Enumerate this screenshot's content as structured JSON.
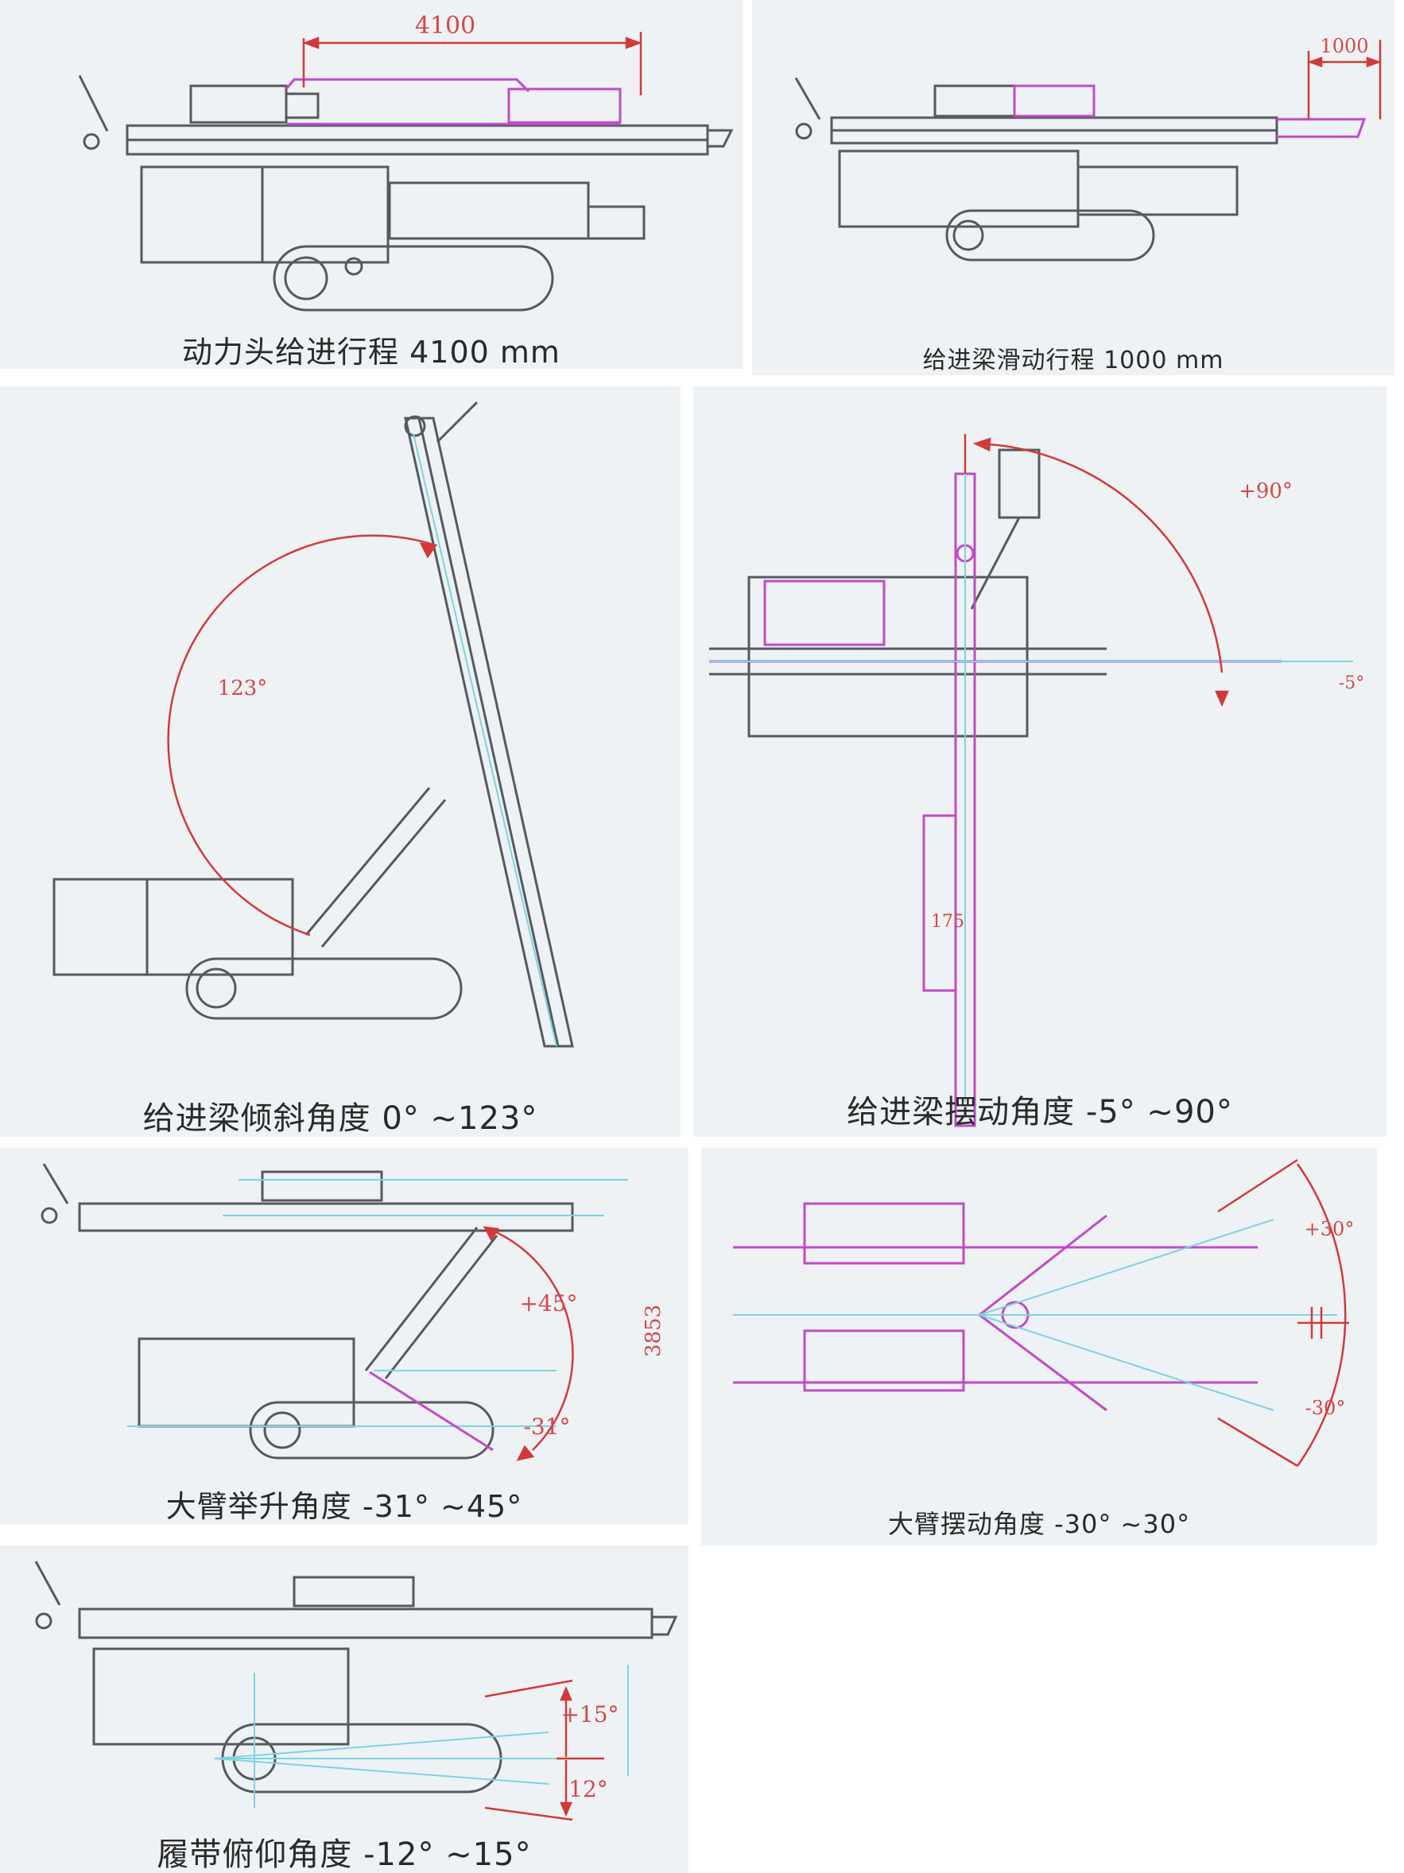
{
  "colors": {
    "panel_bg": "#eef2f4",
    "outline": "#555a5e",
    "magenta": "#c04bc8",
    "dimension": "#d23a3a",
    "cyan": "#7fd3df"
  },
  "panels": [
    {
      "caption": "动力头给进行程 4100 mm",
      "dims": [
        "4100"
      ]
    },
    {
      "caption": "给进梁滑动行程 1000 mm",
      "dims": [
        "1000"
      ]
    },
    {
      "caption": "给进梁倾斜角度 0°  ~123°",
      "dims": [
        "123°"
      ]
    },
    {
      "caption": "给进梁摆动角度 -5°  ~90°",
      "dims": [
        "+90°",
        "-5°",
        "175"
      ]
    },
    {
      "caption": "大臂举升角度 -31°  ~45°",
      "dims": [
        "+45°",
        "-31°",
        "3853"
      ]
    },
    {
      "caption": "大臂摆动角度 -30°  ~30°",
      "dims": [
        "+30°",
        "-30°"
      ]
    },
    {
      "caption": "履带俯仰角度 -12°  ~15°",
      "dims": [
        "+15°",
        "12°"
      ]
    }
  ]
}
